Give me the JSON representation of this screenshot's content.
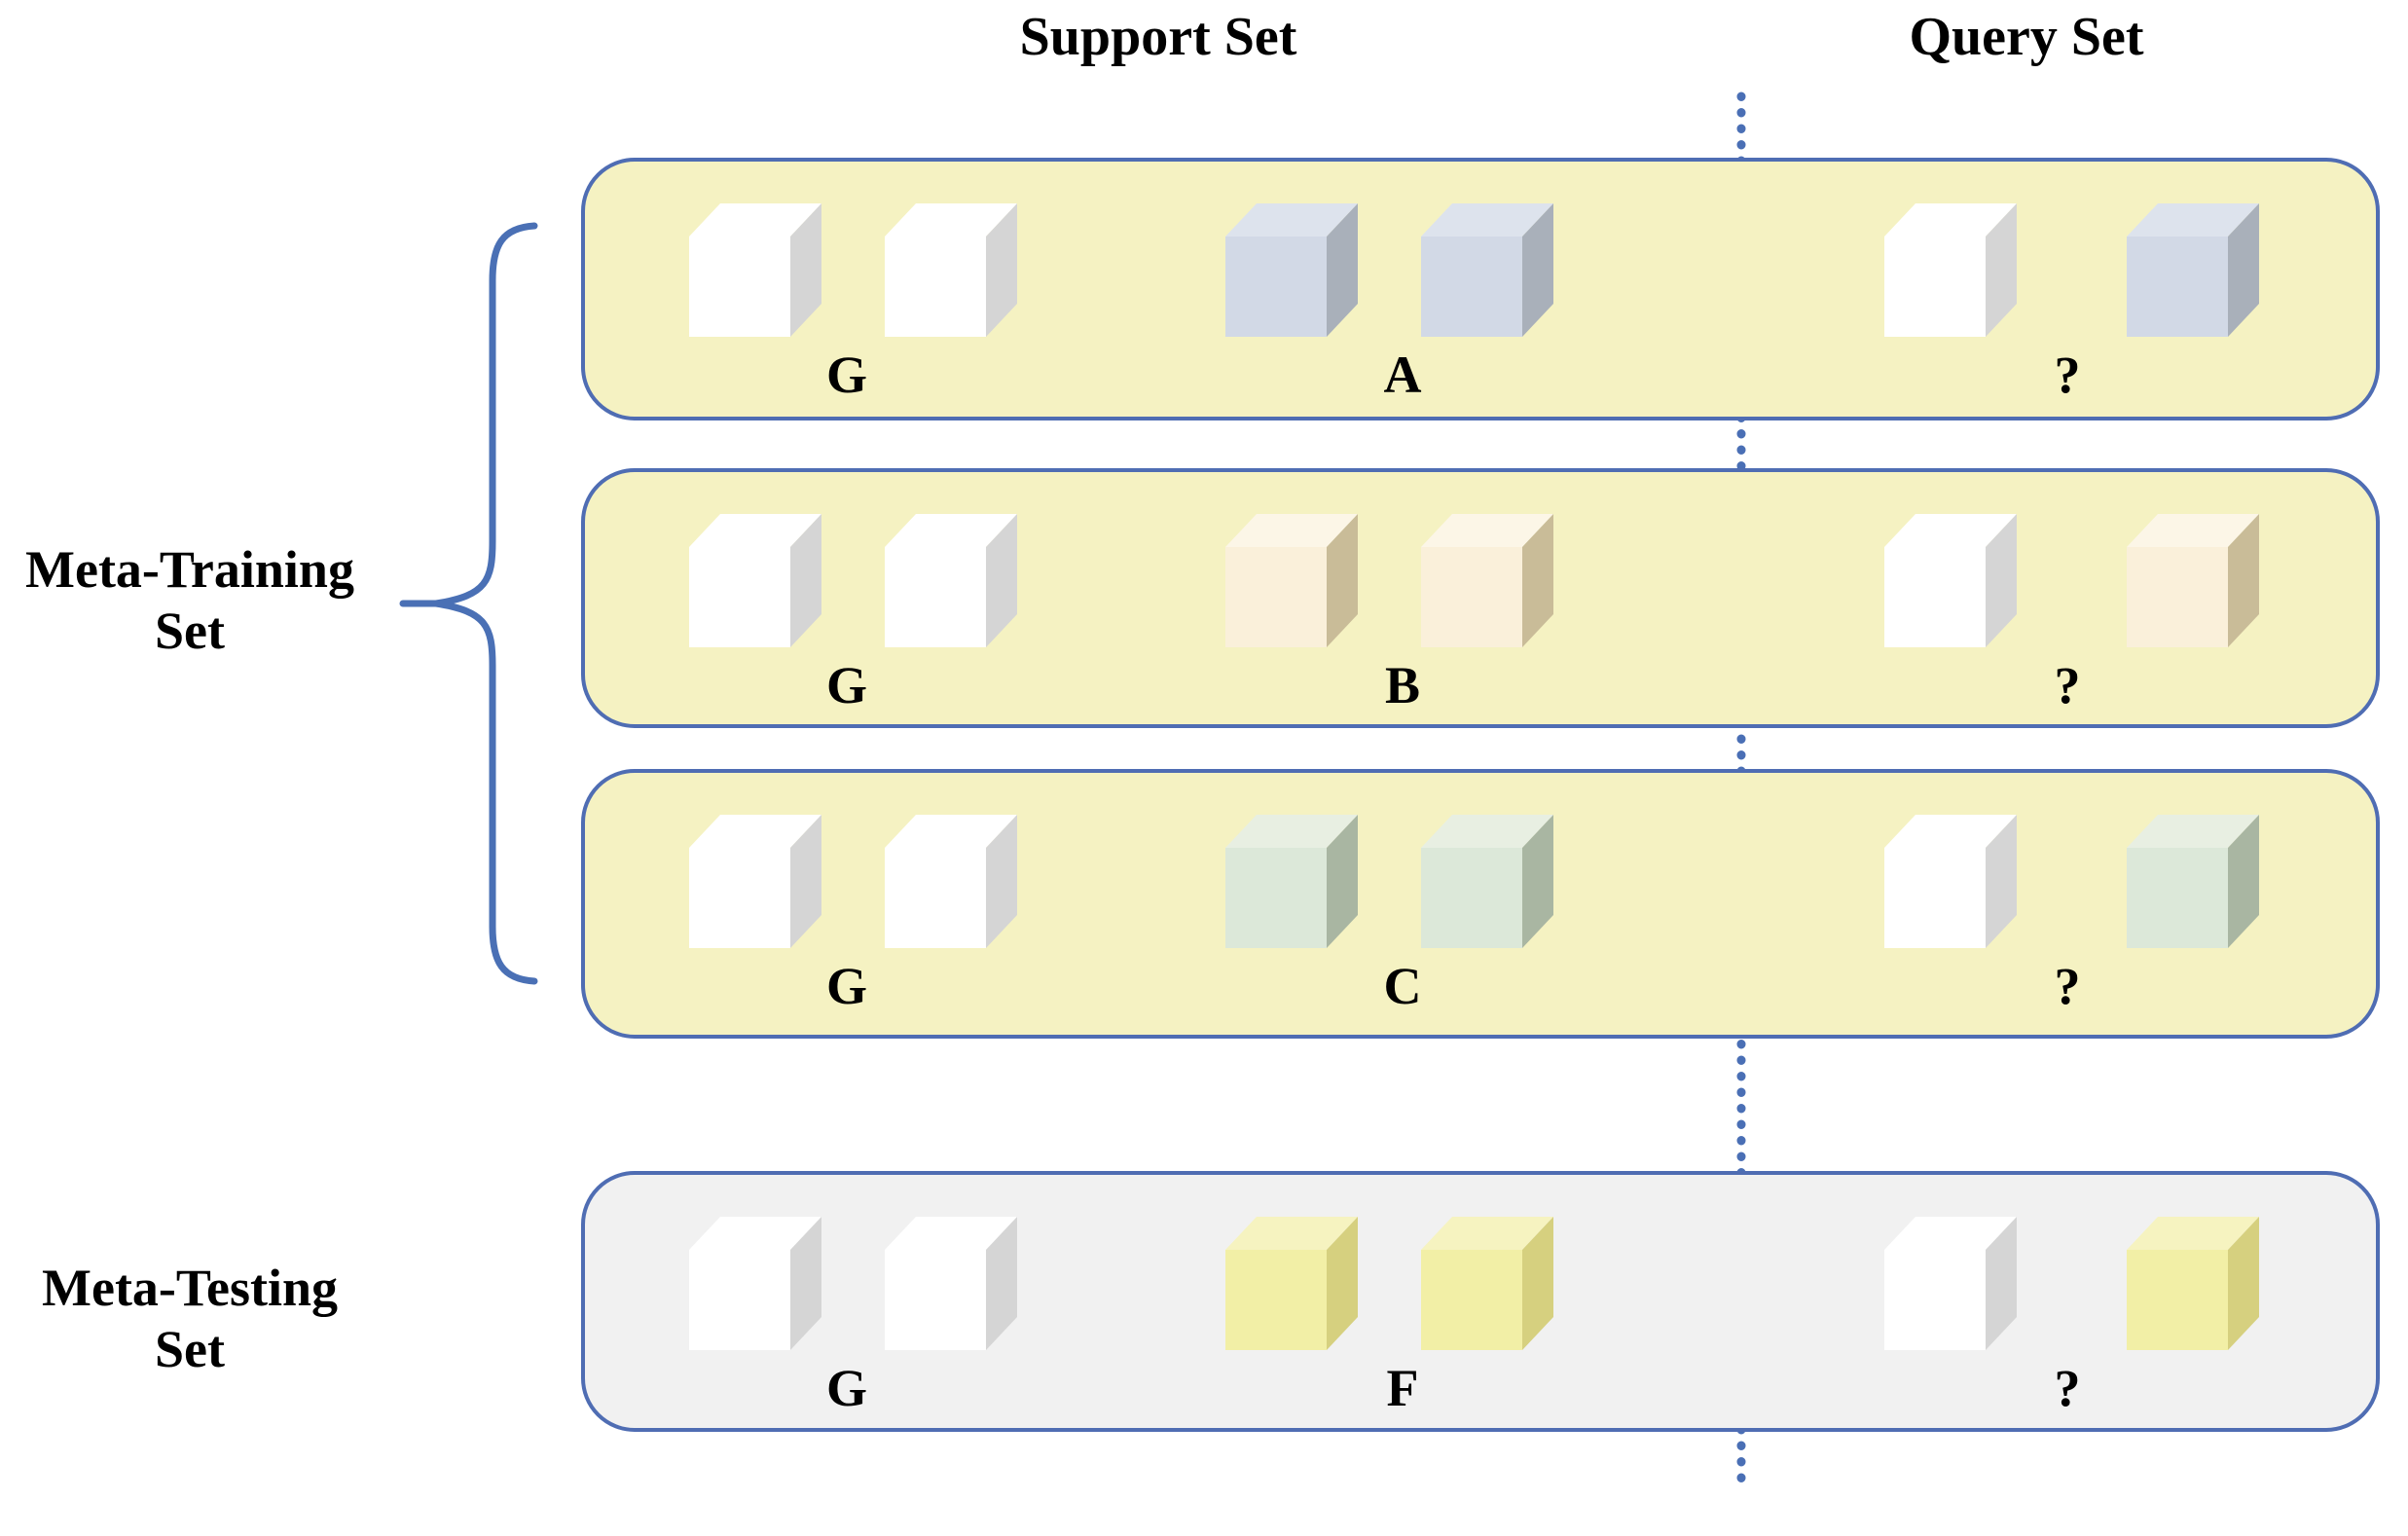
{
  "titles": {
    "support": "Support Set",
    "query": "Query Set"
  },
  "side_labels": {
    "training": {
      "line1": "Meta-Training",
      "line2": "Set"
    },
    "testing": {
      "line1": "Meta-Testing",
      "line2": "Set"
    }
  },
  "rows": [
    {
      "section": "meta-training",
      "white_label": "G",
      "class_label": "A",
      "query_mark": "?"
    },
    {
      "section": "meta-training",
      "white_label": "G",
      "class_label": "B",
      "query_mark": "?"
    },
    {
      "section": "meta-training",
      "white_label": "G",
      "class_label": "C",
      "query_mark": "?"
    },
    {
      "section": "meta-testing",
      "white_label": "G",
      "class_label": "F",
      "query_mark": "?"
    }
  ],
  "cube_palette": {
    "white": {
      "front": "#ffffff",
      "top": "#ffffff",
      "side": "#d5d5d5"
    },
    "a": {
      "front": "#d2d9e6",
      "top": "#dde3ed",
      "side": "#a9b0ba"
    },
    "b": {
      "front": "#faf0da",
      "top": "#fcf6e7",
      "side": "#c9bc98"
    },
    "c": {
      "front": "#dce8d9",
      "top": "#e8efe2",
      "side": "#a9b6a2"
    },
    "f": {
      "front": "#f2efa6",
      "top": "#f6f3c0",
      "side": "#d6d07f"
    }
  },
  "colors": {
    "row_border": "#4f6db3",
    "cube_outline": "#1d55a4",
    "dotted_line": "#4a6fb5",
    "brace": "#4a70b5",
    "training_row_bg": "#f5f2c2",
    "testing_row_bg": "#f1f1f1",
    "text": "#000000"
  }
}
